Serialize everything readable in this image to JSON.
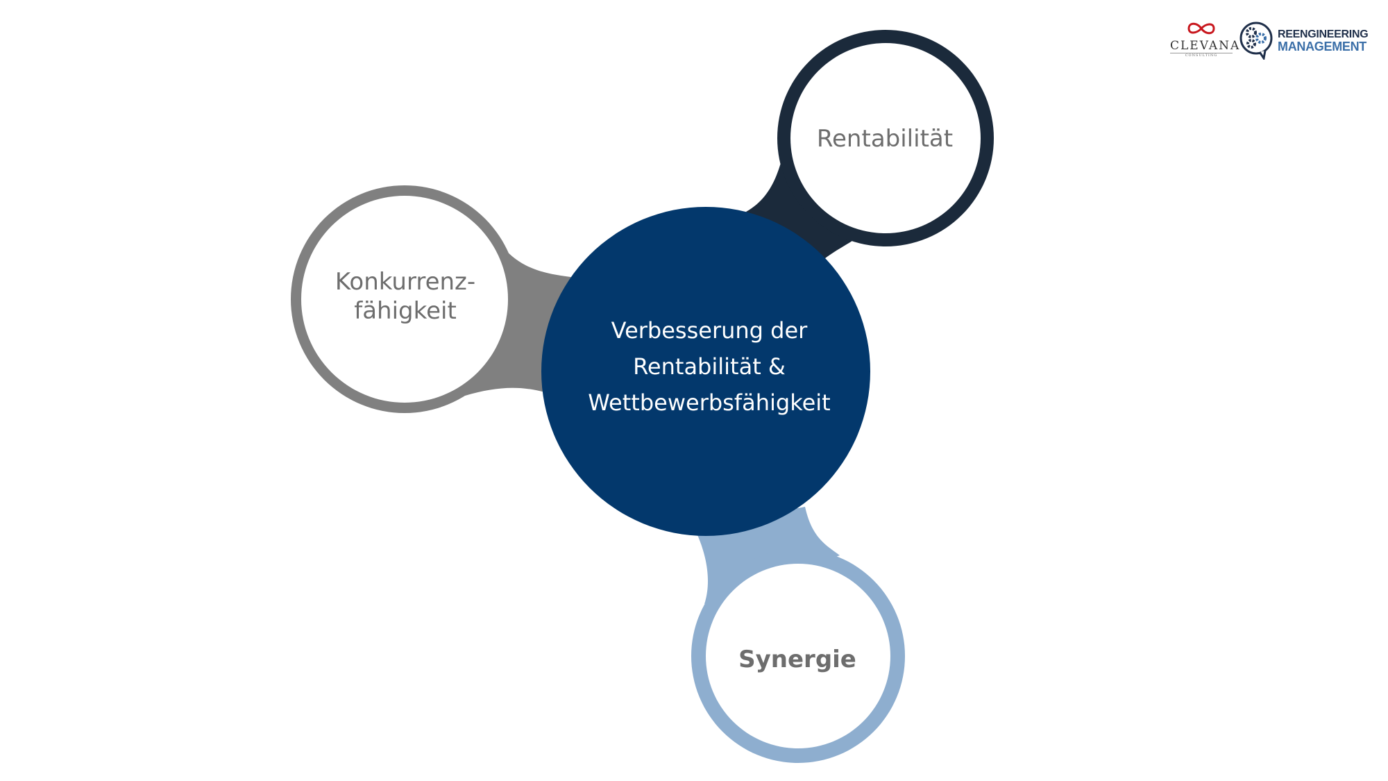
{
  "center": {
    "lines": [
      "Verbesserung der",
      "Rentabilität &",
      "Wettbewerbsfähigkeit"
    ]
  },
  "nodes": {
    "rentabilitaet": "Rentabilität",
    "konkurrenz": [
      "Konkurrenz-",
      "fähigkeit"
    ],
    "synergie": "Synergie"
  },
  "logos": {
    "clevana": {
      "name": "CLEVANA",
      "sub": "CONSULTING"
    },
    "reengineering": {
      "line1": "REENGINEERING",
      "line2": "MANAGEMENT"
    }
  },
  "colors": {
    "center": "#03386c",
    "rentabilitaet": "#1b2a3b",
    "konkurrenz": "#808080",
    "synergie": "#8eaecf"
  }
}
